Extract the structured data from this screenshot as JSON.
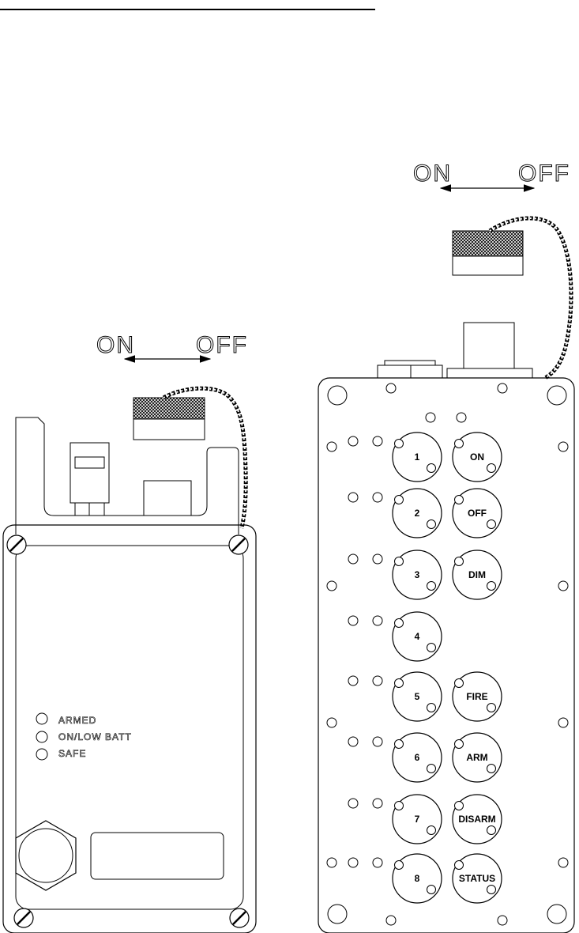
{
  "left_unit": {
    "switch_label_on": "ON",
    "switch_label_off": "OFF",
    "indicators": [
      {
        "id": "armed",
        "label": "ARMED"
      },
      {
        "id": "on-low-batt",
        "label": "ON/LOW BATT"
      },
      {
        "id": "safe",
        "label": "SAFE"
      }
    ]
  },
  "right_unit": {
    "switch_label_on": "ON",
    "switch_label_off": "OFF",
    "number_buttons": [
      {
        "id": "1",
        "label": "1"
      },
      {
        "id": "2",
        "label": "2"
      },
      {
        "id": "3",
        "label": "3"
      },
      {
        "id": "4",
        "label": "4"
      },
      {
        "id": "5",
        "label": "5"
      },
      {
        "id": "6",
        "label": "6"
      },
      {
        "id": "7",
        "label": "7"
      },
      {
        "id": "8",
        "label": "8"
      }
    ],
    "function_buttons": [
      {
        "id": "on",
        "label": "ON"
      },
      {
        "id": "off",
        "label": "OFF"
      },
      {
        "id": "dim",
        "label": "DIM"
      },
      {
        "id": "fire",
        "label": "FIRE"
      },
      {
        "id": "arm",
        "label": "ARM"
      },
      {
        "id": "disarm",
        "label": "DISARM"
      },
      {
        "id": "status",
        "label": "STATUS"
      }
    ]
  }
}
